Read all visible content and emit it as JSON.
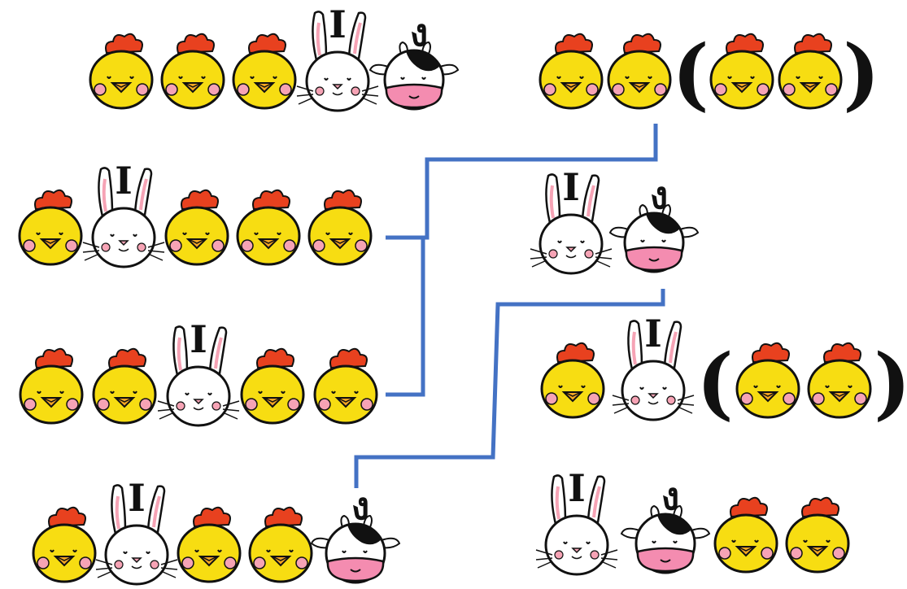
{
  "sequences": [
    {
      "id": "s1",
      "items": [
        {
          "kind": "chick"
        },
        {
          "kind": "chick"
        },
        {
          "kind": "chick"
        },
        {
          "kind": "bunny",
          "mark": "I"
        },
        {
          "kind": "cow",
          "mark": "ง"
        }
      ]
    },
    {
      "id": "s2",
      "items": [
        {
          "kind": "chick"
        },
        {
          "kind": "chick"
        },
        {
          "kind": "paren",
          "text": "("
        },
        {
          "kind": "chick"
        },
        {
          "kind": "chick"
        },
        {
          "kind": "paren",
          "text": ")"
        }
      ]
    },
    {
      "id": "s3",
      "items": [
        {
          "kind": "chick"
        },
        {
          "kind": "bunny",
          "mark": "I"
        },
        {
          "kind": "chick"
        },
        {
          "kind": "chick"
        },
        {
          "kind": "chick"
        }
      ]
    },
    {
      "id": "s4",
      "items": [
        {
          "kind": "bunny",
          "mark": "I"
        },
        {
          "kind": "cow",
          "mark": "ง"
        }
      ]
    },
    {
      "id": "s5",
      "items": [
        {
          "kind": "chick"
        },
        {
          "kind": "chick"
        },
        {
          "kind": "bunny",
          "mark": "I"
        },
        {
          "kind": "chick"
        },
        {
          "kind": "chick"
        }
      ]
    },
    {
      "id": "s6",
      "items": [
        {
          "kind": "chick"
        },
        {
          "kind": "bunny",
          "mark": "I"
        },
        {
          "kind": "paren",
          "text": "("
        },
        {
          "kind": "chick"
        },
        {
          "kind": "chick"
        },
        {
          "kind": "paren",
          "text": ")"
        }
      ]
    },
    {
      "id": "s7",
      "items": [
        {
          "kind": "chick"
        },
        {
          "kind": "bunny",
          "mark": "I"
        },
        {
          "kind": "chick"
        },
        {
          "kind": "chick"
        },
        {
          "kind": "cow",
          "mark": "ง"
        }
      ]
    },
    {
      "id": "s8",
      "items": [
        {
          "kind": "bunny",
          "mark": "I"
        },
        {
          "kind": "cow",
          "mark": "ง"
        },
        {
          "kind": "chick"
        },
        {
          "kind": "chick"
        }
      ]
    }
  ],
  "connectors": [
    {
      "name": "connector-a",
      "links": [
        "s3",
        "s5",
        "s2"
      ]
    },
    {
      "name": "connector-b",
      "links": [
        "s4",
        "s7"
      ]
    }
  ],
  "colors": {
    "chick_body": "#f7dd12",
    "chick_comb": "#e8411f",
    "chick_beak": "#f4a623",
    "cheek": "#f6a3b5",
    "outline": "#111111",
    "cow_muzzle": "#f48cb0",
    "connector": "#4472c4"
  }
}
